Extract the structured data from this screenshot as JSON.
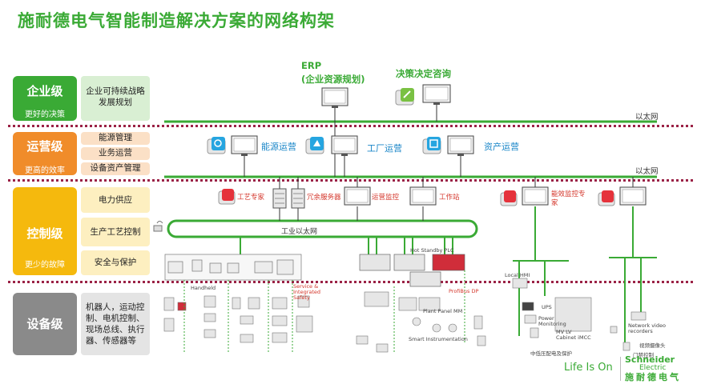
{
  "title": "施耐德电气智能制造解决方案的网络构架",
  "colors": {
    "green": "#3aaa35",
    "orange": "#f08c2a",
    "yellow": "#f5b90d",
    "gray": "#8a8a8a",
    "ethernet": "#3aaa35",
    "dotted": "#9b2246",
    "blue_label": "#1a86c8"
  },
  "levels": [
    {
      "name": "企业级",
      "sub": "更好的决策",
      "color": "#3aaa35",
      "items": [
        "企业可持续战略发展规划"
      ]
    },
    {
      "name": "运营级",
      "sub": "更高的效率",
      "color": "#f08c2a",
      "items": [
        "能源管理",
        "业务运营",
        "设备资产管理"
      ]
    },
    {
      "name": "控制级",
      "sub": "更少的故障",
      "color": "#f5b90d",
      "items": [
        "电力供应",
        "生产工艺控制",
        "安全与保护"
      ]
    },
    {
      "name": "设备级",
      "sub": "",
      "color": "#8a8a8a",
      "items": [
        "机器人，运动控制、电机控制、现场总线、执行器、传感器等"
      ]
    }
  ],
  "enterprise": {
    "erp_label": "ERP",
    "erp_sub": "(企业资源规划)",
    "decision_label": "决策决定咨询"
  },
  "ethernet_label": "以太网",
  "operations": {
    "items": [
      "能源运营",
      "工厂运营",
      "资产运营"
    ]
  },
  "control": {
    "items": [
      "工艺专家",
      "冗余服务器",
      "运营监控",
      "工作站",
      "能效监控专家"
    ],
    "industrial_ethernet": "工业以太网"
  },
  "field": {
    "labels": [
      "Local HMI",
      "UPS",
      "Power Monitoring",
      "MV LV Cabinet iMCC",
      "中低压配电及保护",
      "Network video recorders",
      "视频摄像头",
      "门禁控制",
      "Hot Standby PLC",
      "Plant Panel MM",
      "Smart Instrumentation",
      "ProfiBus DP",
      "Service & Integrated Safety",
      "Handheld"
    ]
  },
  "brand": {
    "slogan": "Life Is On",
    "name": "Schneider",
    "name2": "Electric",
    "chinese": "施耐德电气"
  }
}
